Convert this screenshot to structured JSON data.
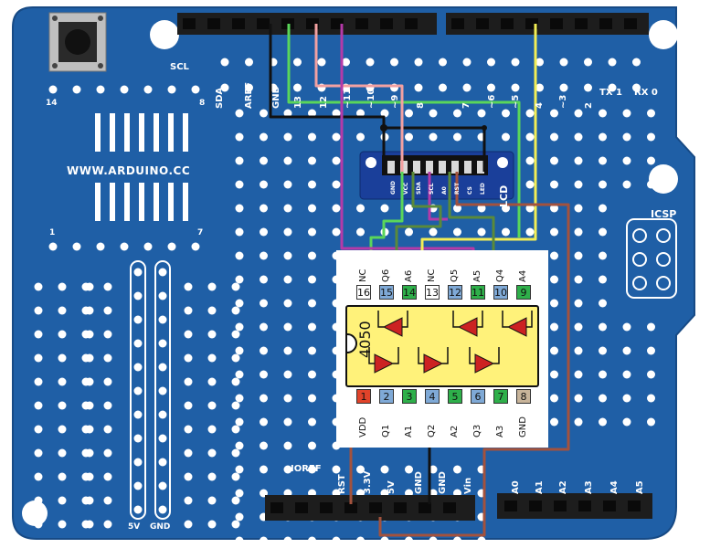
{
  "board": {
    "url": "WWW.ARDUINO.CC",
    "top_header_labels": [
      "SCL",
      "SDA",
      "AREF",
      "GND",
      "13",
      "12",
      "~11",
      "~10",
      "~9",
      "8",
      "7",
      "~6",
      "~5",
      "4",
      "~3",
      "2",
      "TX 1",
      "RX 0"
    ],
    "bottom_header_labels": [
      "IOREF",
      "RST",
      "3.3V",
      "5V",
      "GND",
      "GND",
      "Vin",
      "A0",
      "A1",
      "A2",
      "A3",
      "A4",
      "A5"
    ],
    "icsp_label": "ICSP",
    "proto_labels": {
      "pin14": "14",
      "pin8": "8",
      "pin1": "1",
      "pin7": "7",
      "5v": "5V",
      "gnd": "GND"
    }
  },
  "breakout": {
    "label": "LCD",
    "pin_labels": [
      "GND",
      "VCC",
      "SDA",
      "SCL",
      "A0",
      "RST",
      "CS",
      "LED"
    ]
  },
  "chip": {
    "name": "4050",
    "top_pins": [
      {
        "num": "16",
        "name": "NC",
        "color": "#ffffff"
      },
      {
        "num": "15",
        "name": "Q6",
        "color": "#7fa9d6"
      },
      {
        "num": "14",
        "name": "A6",
        "color": "#2eaf4a"
      },
      {
        "num": "13",
        "name": "NC",
        "color": "#ffffff"
      },
      {
        "num": "12",
        "name": "Q5",
        "color": "#7fa9d6"
      },
      {
        "num": "11",
        "name": "A5",
        "color": "#2eaf4a"
      },
      {
        "num": "10",
        "name": "Q4",
        "color": "#7fa9d6"
      },
      {
        "num": "9",
        "name": "A4",
        "color": "#2eaf4a"
      }
    ],
    "bottom_pins": [
      {
        "num": "1",
        "name": "VDD",
        "color": "#e0432a"
      },
      {
        "num": "2",
        "name": "Q1",
        "color": "#7fa9d6"
      },
      {
        "num": "3",
        "name": "A1",
        "color": "#2eaf4a"
      },
      {
        "num": "4",
        "name": "Q2",
        "color": "#7fa9d6"
      },
      {
        "num": "5",
        "name": "A2",
        "color": "#2eaf4a"
      },
      {
        "num": "6",
        "name": "Q3",
        "color": "#7fa9d6"
      },
      {
        "num": "7",
        "name": "A3",
        "color": "#2eaf4a"
      },
      {
        "num": "8",
        "name": "GND",
        "color": "#c8b49a"
      }
    ]
  },
  "colors": {
    "board": "#1f5fa6",
    "board_dark": "#174a85",
    "hole": "#ffffff",
    "header": "#1d1d1d",
    "chip_body": "#fff27a",
    "buffer": "#cc2222",
    "wire_black": "#111111",
    "wire_green": "#5ad65a",
    "wire_pink": "#f3a1a1",
    "wire_purple": "#b43aa8",
    "wire_yellow": "#f2ee55",
    "wire_olive": "#5a8a3a",
    "wire_brown": "#a3523d"
  }
}
